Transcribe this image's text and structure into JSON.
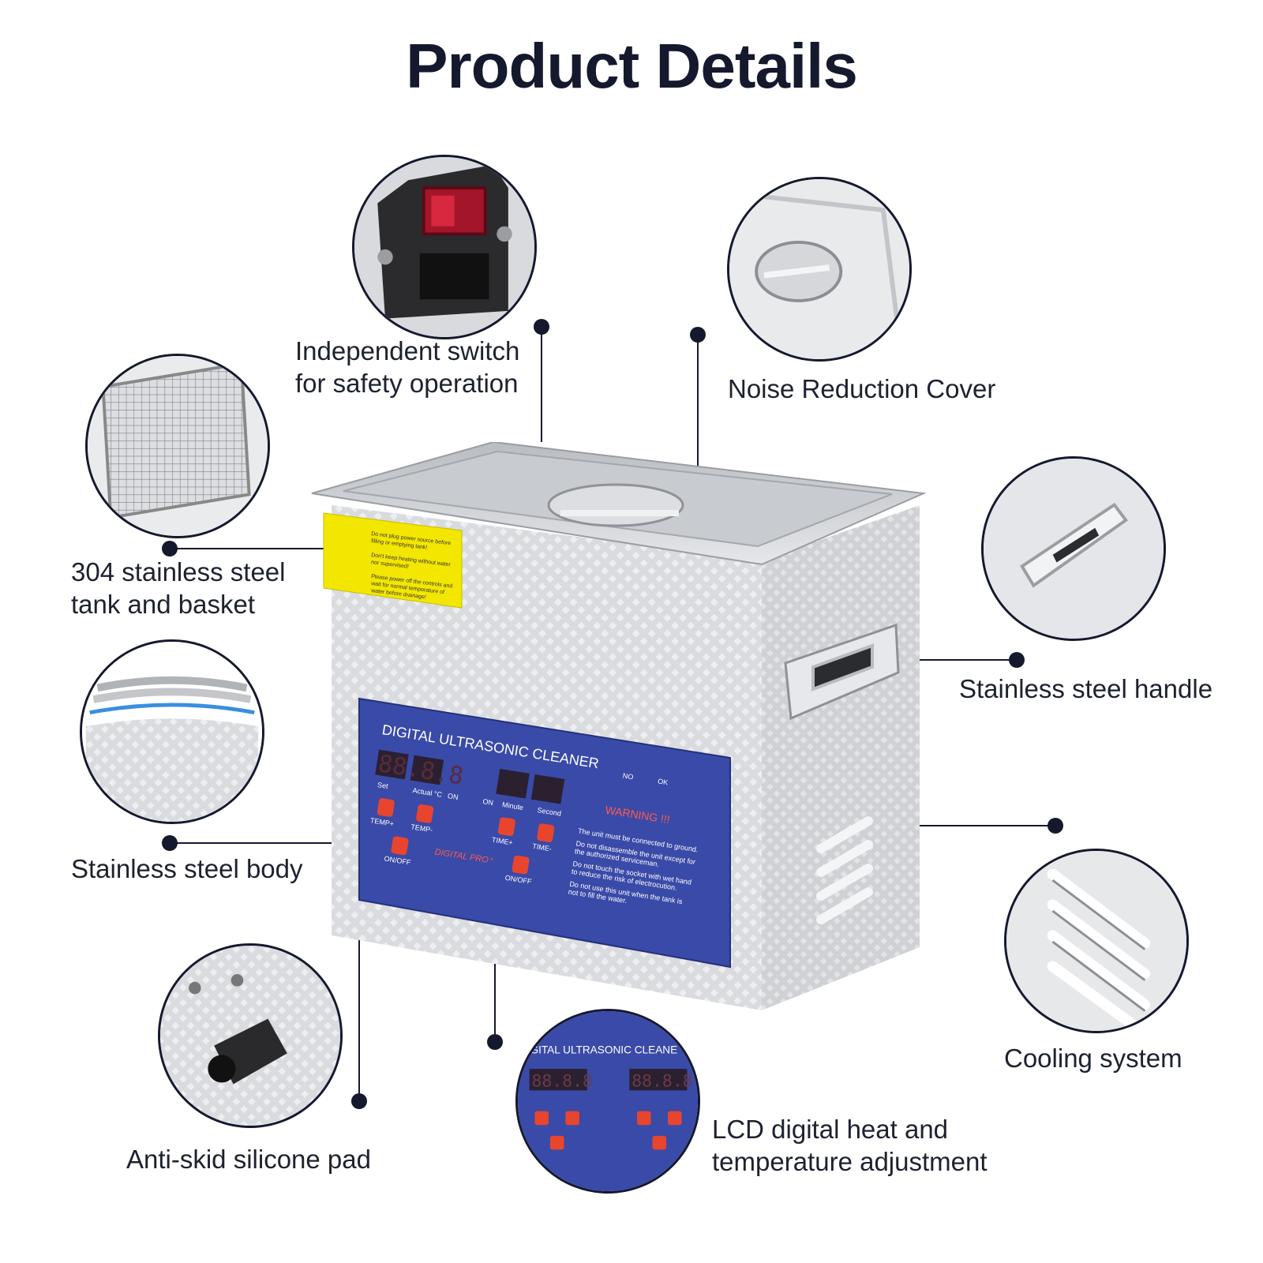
{
  "title": "Product Details",
  "features": {
    "switch": [
      "Independent switch",
      "for safety operation"
    ],
    "cover": [
      "Noise Reduction Cover"
    ],
    "tank": [
      "304 stainless steel",
      "tank and basket"
    ],
    "handle": [
      "Stainless steel handle"
    ],
    "body": [
      "Stainless steel body"
    ],
    "cooling": [
      "Cooling system"
    ],
    "pad": [
      "Anti-skid silicone pad"
    ],
    "lcd": [
      "LCD digital heat and",
      "temperature adjustment"
    ]
  },
  "panel": {
    "title": "DIGITAL ULTRASONIC CLEANER",
    "warning": "WARNING !!!",
    "no_label": "NO",
    "ok_label": "OK",
    "brand": "DIGITAL PRO⁺",
    "labels": {
      "set": "Set",
      "celsius": "°C",
      "actual": "Actual °C",
      "on": "ON",
      "minute": "Minute",
      "second": "Second",
      "temp_plus": "TEMP+",
      "temp_minus": "TEMP-",
      "time_plus": "TIME+",
      "time_minus": "TIME-",
      "onoff": "ON/OFF"
    },
    "warnings": [
      "The unit must be connected to ground.",
      "Do not disassemble the unit except for",
      "the authorized serviceman.",
      "Do not touch the socket with wet hand",
      "to reduce the risk of electrocution.",
      "Do not use this unit when the tank is",
      "not to fill the water."
    ]
  },
  "inset_lcd": {
    "title": "IGITAL ULTRASONIC CLEANE",
    "digits": "88.8.8"
  },
  "sticker": [
    "Do not plug power source before",
    "filling or emptying tank!",
    "Don't keep heating without water",
    "nor supervised!",
    "Please power off the controls and",
    "wait for normal temperature of",
    "water before drainage!"
  ],
  "colors": {
    "title": "#15192e",
    "accent_dot": "#15192e",
    "panel_blue": "#3a4aa8",
    "steel": "#d6d8dc",
    "sticker_yellow": "#f3e600",
    "button_red": "#e8452e"
  }
}
